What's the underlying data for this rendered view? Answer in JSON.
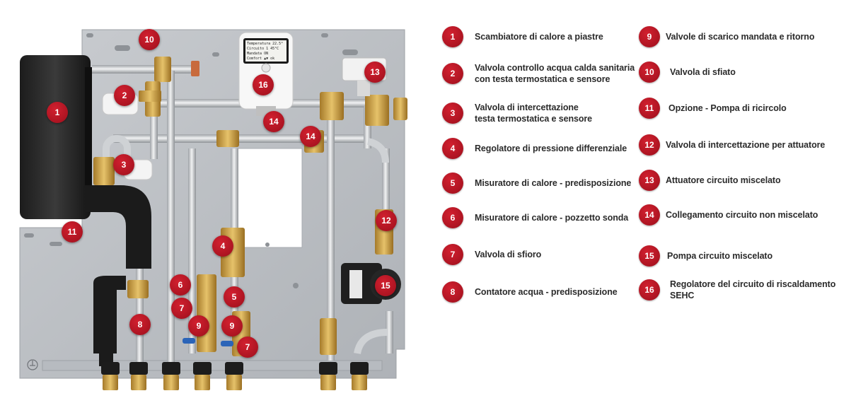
{
  "display": {
    "lines": [
      "Temperatura  22.5°",
      "Circuito 1    45°C",
      "Mandata       ON",
      "Comfort   ▲▼ ok"
    ]
  },
  "legend": [
    {
      "number": "1",
      "text": "Scambiatore di calore a piastre"
    },
    {
      "number": "2",
      "text": "Valvola controllo acqua calda sanitaria\ncon testa termostatica e sensore"
    },
    {
      "number": "3",
      "text": "Valvola di intercettazione\ntesta termostatica e sensore"
    },
    {
      "number": "4",
      "text": "Regolatore di pressione differenziale"
    },
    {
      "number": "5",
      "text": "Misuratore di calore - predisposizione"
    },
    {
      "number": "6",
      "text": "Misuratore di calore - pozzetto sonda"
    },
    {
      "number": "7",
      "text": "Valvola di sfioro"
    },
    {
      "number": "8",
      "text": "Contatore acqua  - predisposizione"
    },
    {
      "number": "9",
      "text": "Valvole di scarico mandata e ritorno"
    },
    {
      "number": "10",
      "text": "Valvola di sfiato"
    },
    {
      "number": "11",
      "text": "Opzione - Pompa di ricircolo"
    },
    {
      "number": "12",
      "text": "Valvola di intercettazione per attuatore"
    },
    {
      "number": "13",
      "text": "Attuatore circuito miscelato"
    },
    {
      "number": "14",
      "text": "Collegamento circuito non miscelato"
    },
    {
      "number": "15",
      "text": "Pompa circuito miscelato"
    },
    {
      "number": "16",
      "text": "Regolatore del circuito di riscaldamento SEHC"
    }
  ],
  "markers": [
    {
      "number": "1"
    },
    {
      "number": "2"
    },
    {
      "number": "3"
    },
    {
      "number": "4"
    },
    {
      "number": "5"
    },
    {
      "number": "6"
    },
    {
      "number": "7"
    },
    {
      "number": "7"
    },
    {
      "number": "8"
    },
    {
      "number": "9"
    },
    {
      "number": "9"
    },
    {
      "number": "10"
    },
    {
      "number": "11"
    },
    {
      "number": "12"
    },
    {
      "number": "13"
    },
    {
      "number": "14"
    },
    {
      "number": "14"
    },
    {
      "number": "15"
    },
    {
      "number": "16"
    }
  ]
}
